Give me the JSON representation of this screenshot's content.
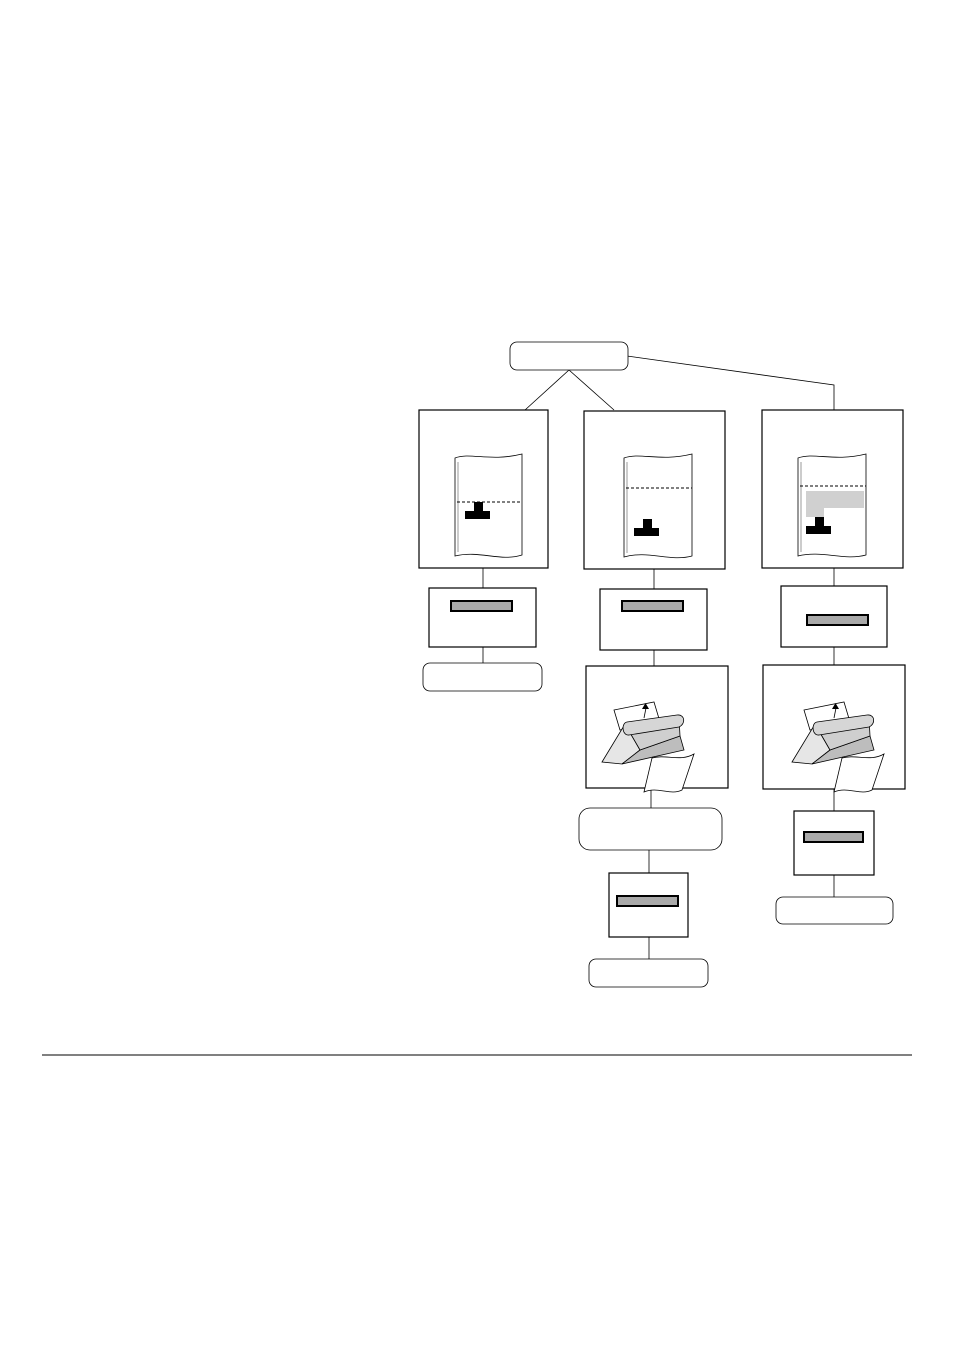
{
  "diagram": {
    "nodes": [
      {
        "id": "root",
        "kind": "label",
        "text": ""
      },
      {
        "id": "paper-a",
        "kind": "paper-position",
        "text": ""
      },
      {
        "id": "paper-b",
        "kind": "paper-position",
        "text": ""
      },
      {
        "id": "paper-c",
        "kind": "paper-position",
        "text": ""
      },
      {
        "id": "panel-a",
        "kind": "display-panel",
        "text": ""
      },
      {
        "id": "panel-b",
        "kind": "display-panel",
        "text": ""
      },
      {
        "id": "panel-c",
        "kind": "display-panel",
        "text": ""
      },
      {
        "id": "result-a",
        "kind": "label",
        "text": ""
      },
      {
        "id": "tractor-b",
        "kind": "tractor-feed",
        "text": ""
      },
      {
        "id": "tractor-c",
        "kind": "tractor-feed",
        "text": ""
      },
      {
        "id": "label-b",
        "kind": "label",
        "text": ""
      },
      {
        "id": "panel-c2",
        "kind": "display-panel",
        "text": ""
      },
      {
        "id": "panel-b2",
        "kind": "display-panel",
        "text": ""
      },
      {
        "id": "result-c",
        "kind": "label",
        "text": ""
      },
      {
        "id": "result-b",
        "kind": "label",
        "text": ""
      }
    ],
    "edges": [
      [
        "root",
        "paper-a"
      ],
      [
        "root",
        "paper-b"
      ],
      [
        "root",
        "paper-c"
      ],
      [
        "paper-a",
        "panel-a"
      ],
      [
        "panel-a",
        "result-a"
      ],
      [
        "paper-b",
        "panel-b"
      ],
      [
        "panel-b",
        "tractor-b"
      ],
      [
        "tractor-b",
        "label-b"
      ],
      [
        "label-b",
        "panel-b2"
      ],
      [
        "panel-b2",
        "result-b"
      ],
      [
        "paper-c",
        "panel-c"
      ],
      [
        "panel-c",
        "tractor-c"
      ],
      [
        "tractor-c",
        "panel-c2"
      ],
      [
        "panel-c2",
        "result-c"
      ]
    ]
  },
  "colors": {
    "line": "#000000",
    "indicator_fill": "#a9a9a9",
    "shaded_area": "#d0d0d0"
  }
}
